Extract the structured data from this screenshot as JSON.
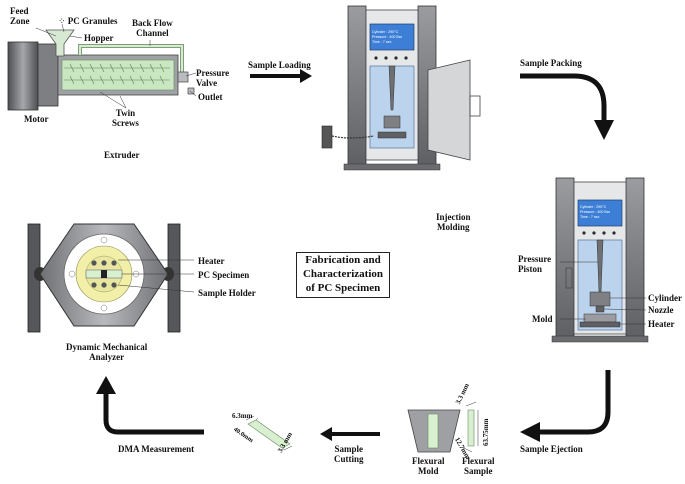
{
  "diagram": {
    "title_lines": [
      "Fabrication and",
      "Characterization",
      "of PC Specimen"
    ],
    "extruder": {
      "feed_zone": [
        "Feed",
        "Zone"
      ],
      "pc_granules": "PC Granules",
      "hopper": "Hopper",
      "back_flow_channel": [
        "Back Flow",
        "Channel"
      ],
      "pressure_valve": [
        "Pressure",
        "Valve"
      ],
      "outlet": "Outlet",
      "motor": "Motor",
      "twin_screws": [
        "Twin",
        "Screws"
      ],
      "caption": "Extruder"
    },
    "steps": {
      "sample_loading": "Sample Loading",
      "sample_packing": "Sample Packing",
      "injection_molding": [
        "Injection",
        "Molding"
      ],
      "sample_ejection": "Sample Ejection",
      "sample_cutting": [
        "Sample",
        "Cutting"
      ],
      "dma_measurement": "DMA Measurement"
    },
    "screen_top": {
      "cylinder": "Cylinder : 290°C",
      "pressure": "Pressure : 400 Bar",
      "time": "Time        : 7 sec"
    },
    "screen_right": {
      "cylinder": "Cylinder : 290°C",
      "pressure": "Pressure : 400 Bar",
      "time": "Time        : 7 sec"
    },
    "injection_labels": {
      "pressure_piston": [
        "Pressure",
        "Piston"
      ],
      "cylinder": "Cylinder",
      "nozzle": "Nozzle",
      "mold": "Mold",
      "heater": "Heater"
    },
    "mold": {
      "flexural_mold": [
        "Flexural",
        "Mold"
      ],
      "flexural_sample": [
        "Flexural",
        "Sample"
      ],
      "dim_thickness": "3.3 mm",
      "dim_length": "63.75mm",
      "dim_width": "12.7mm"
    },
    "cut_sample": {
      "dim_width": "6.3mm",
      "dim_length": "40.0mm",
      "dim_thickness": "3.3 mm"
    },
    "dma": {
      "heater": "Heater",
      "pc_specimen": "PC Specimen",
      "sample_holder": "Sample Holder",
      "caption": [
        "Dynamic Mechanical",
        "Analyzer"
      ]
    },
    "colors": {
      "arrow": "#111111",
      "machine_gray": "#8f9194",
      "machine_dark": "#4a4c50",
      "chamber_blue": "#bcd3ee",
      "screen_blue": "#3d7fd6",
      "extruder_green": "#c9e7c0",
      "dma_yellow": "#f2efa8",
      "specimen_green": "#d8f0cf"
    }
  }
}
